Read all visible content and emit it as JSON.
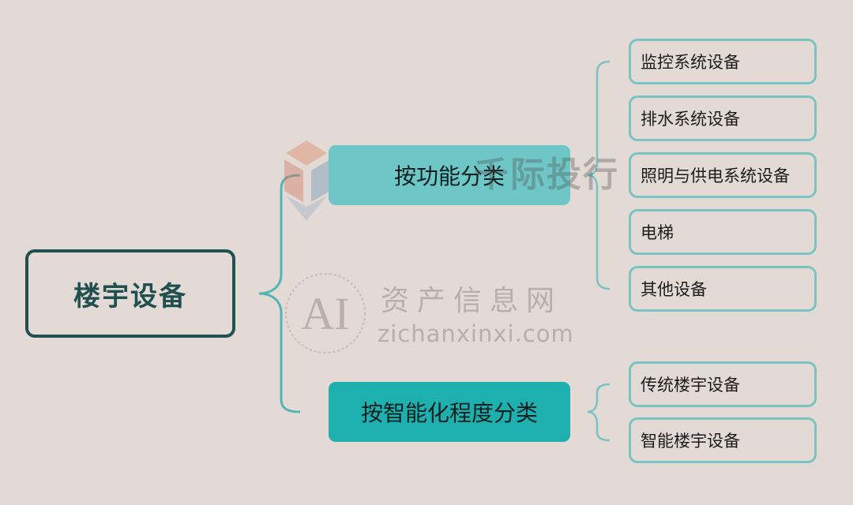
{
  "root": {
    "label": "楼宇设备"
  },
  "categories": [
    {
      "label": "按功能分类",
      "color": "#6fc6c6",
      "items": [
        "监控系统设备",
        "排水系统设备",
        "照明与供电系统设备",
        "电梯",
        "其他设备"
      ]
    },
    {
      "label": "按智能化程度分类",
      "color": "#1eb0ae",
      "items": [
        "传统楼宇设备",
        "智能楼宇设备"
      ]
    }
  ],
  "colors": {
    "background": "#e3dad6",
    "root_border": "#1f4f4f",
    "leaf_border": "#79c3c3",
    "connector": "#52b5b5"
  },
  "watermarks": {
    "brand_text": "千际投行",
    "ai_cn": "资产信息网",
    "ai_url": "zichanxinxi.com",
    "ai_letters": "AI"
  }
}
